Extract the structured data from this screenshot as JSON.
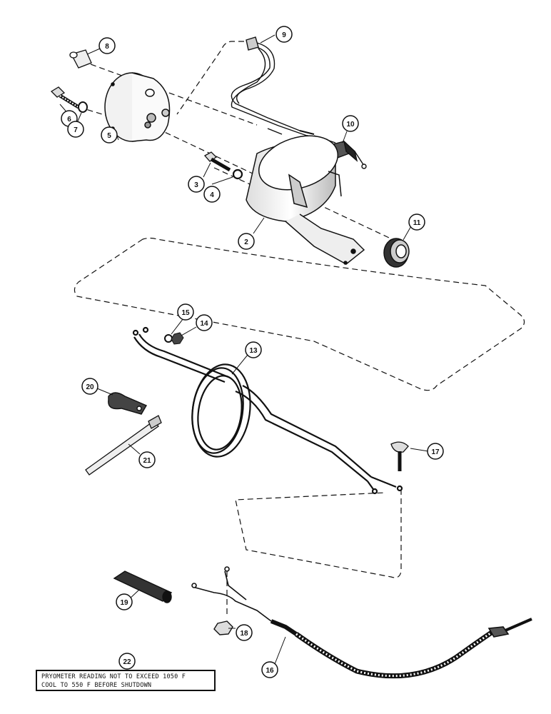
{
  "callouts": {
    "c2": "2",
    "c3": "3",
    "c4": "4",
    "c5": "5",
    "c6": "6",
    "c7": "7",
    "c8": "8",
    "c9": "9",
    "c10": "10",
    "c11": "11",
    "c13": "13",
    "c14": "14",
    "c15": "15",
    "c16": "16",
    "c17": "17",
    "c18": "18",
    "c19": "19",
    "c20": "20",
    "c21": "21",
    "c22": "22"
  },
  "note": {
    "line1": "PRYOMETER READING NOT TO EXCEED 1050 F",
    "line2": "COOL TO 550 F BEFORE SHUTDOWN"
  }
}
